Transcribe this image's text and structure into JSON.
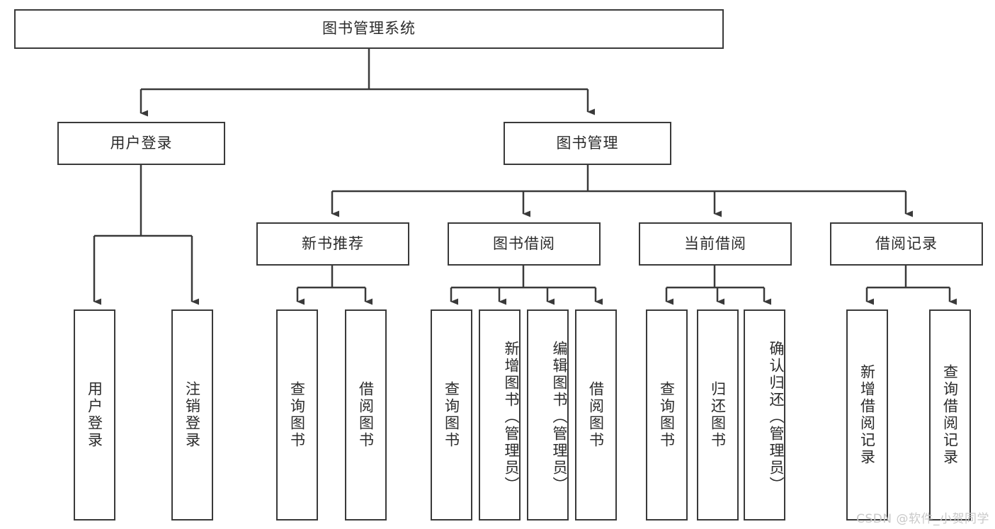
{
  "diagram": {
    "title": "图书管理系统",
    "type": "hierarchy-tree",
    "colors": {
      "box_border": "#3a3a3a",
      "box_fill": "#ffffff",
      "edge": "#3a3a3a",
      "text": "#2b2b2b",
      "watermark": "#c9c9c9",
      "background": "#ffffff"
    },
    "nodes": {
      "root": {
        "label": "图书管理系统"
      },
      "level1": [
        {
          "id": "user-login",
          "label": "用户登录"
        },
        {
          "id": "book-management",
          "label": "图书管理"
        }
      ],
      "level2": [
        {
          "id": "new-book-recommend",
          "label": "新书推荐"
        },
        {
          "id": "book-borrow",
          "label": "图书借阅"
        },
        {
          "id": "current-borrow",
          "label": "当前借阅"
        },
        {
          "id": "borrow-record",
          "label": "借阅记录"
        }
      ],
      "leaves": {
        "user-login": [
          {
            "id": "leaf-user-login",
            "label": "用户登录"
          },
          {
            "id": "leaf-logout",
            "label": "注销登录"
          }
        ],
        "new-book-recommend": [
          {
            "id": "leaf-query-book-1",
            "label": "查询图书"
          },
          {
            "id": "leaf-borrow-book-1",
            "label": "借阅图书"
          }
        ],
        "book-borrow": [
          {
            "id": "leaf-query-book-2",
            "label": "查询图书"
          },
          {
            "id": "leaf-add-book",
            "label": "新增图书（管理员）"
          },
          {
            "id": "leaf-edit-book",
            "label": "编辑图书（管理员）"
          },
          {
            "id": "leaf-borrow-book-2",
            "label": "借阅图书"
          }
        ],
        "current-borrow": [
          {
            "id": "leaf-query-book-3",
            "label": "查询图书"
          },
          {
            "id": "leaf-return-book",
            "label": "归还图书"
          },
          {
            "id": "leaf-confirm-return",
            "label": "确认归还（管理员）"
          }
        ],
        "borrow-record": [
          {
            "id": "leaf-add-record",
            "label": "新增借阅记录"
          },
          {
            "id": "leaf-query-record",
            "label": "查询借阅记录"
          }
        ]
      }
    },
    "watermark": "CSDN @软件_小贺同学"
  }
}
